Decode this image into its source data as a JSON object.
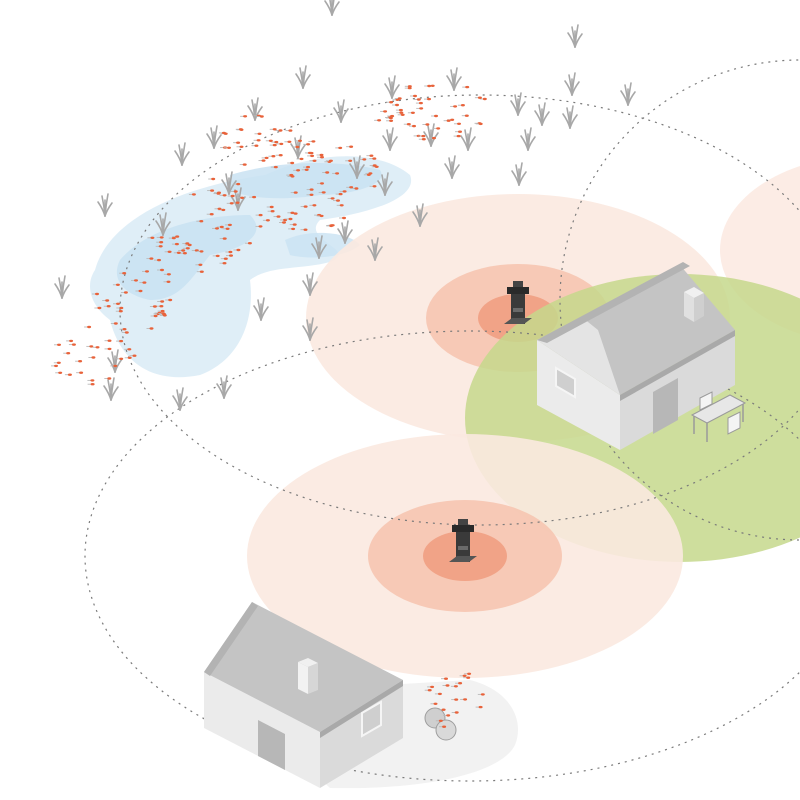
{
  "colors": {
    "background": "#ffffff",
    "zone_outer": "#fbe9e0",
    "zone_middle": "#f6c3ae",
    "zone_inner": "#ef9a7c",
    "garden": "#c5d88c",
    "marsh": "#dcecf6",
    "marsh_deep": "#c9e2f2",
    "house_roof": "#c4c4c4",
    "house_roof_dark": "#a9a9a9",
    "house_wall_front": "#ebebeb",
    "house_wall_side": "#dadada",
    "house_door": "#b7b7b7",
    "device": "#3a3a3a",
    "grass": "#a8a8a8",
    "mosquito": "#e8623a",
    "dotted_line": "#7a7a7a"
  },
  "icons": {
    "house": "house-icon",
    "device": "mosquito-trap-icon",
    "mosquito": "mosquito-icon",
    "grass": "grass-tuft-icon",
    "table": "patio-table-icon",
    "plant": "shrub-icon"
  },
  "scene": {
    "houses": [
      "house-upper-right",
      "house-lower-left"
    ],
    "traps": [
      "trap-upper",
      "trap-lower"
    ],
    "zones": [
      "protection-zone-upper",
      "protection-zone-lower",
      "protection-zone-right"
    ],
    "areas": [
      "garden-lawn",
      "marsh-breeding-area",
      "patio-area"
    ],
    "range_rings": [
      "range-ring-large",
      "range-ring-upper",
      "range-ring-right"
    ]
  }
}
